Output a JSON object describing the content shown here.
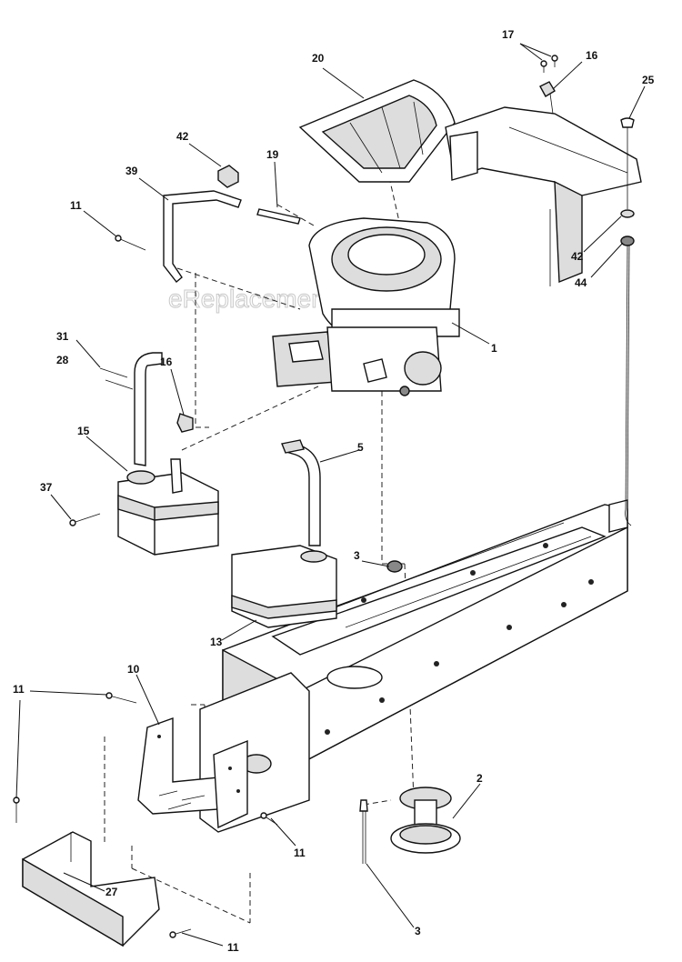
{
  "watermark": "eReplacementParts.com",
  "callouts": {
    "c20": "20",
    "c17": "17",
    "c16a": "16",
    "c25": "25",
    "c42a": "42",
    "c19": "19",
    "c39": "39",
    "c11a": "11",
    "c42b": "42",
    "c44": "44",
    "c1": "1",
    "c31": "31",
    "c28": "28",
    "c16b": "16",
    "c15": "15",
    "c5": "5",
    "c37": "37",
    "c3a": "3",
    "c13": "13",
    "c10": "10",
    "c11b": "11",
    "c2": "2",
    "c11c": "11",
    "c27": "27",
    "c11d": "11",
    "c3b": "3"
  }
}
